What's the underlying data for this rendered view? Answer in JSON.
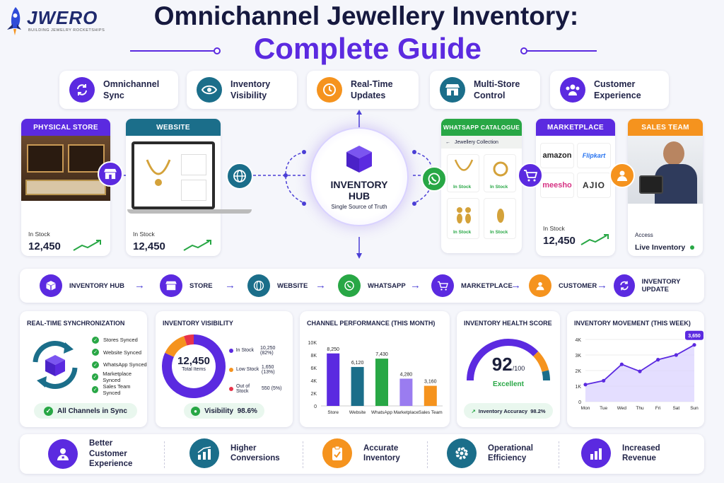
{
  "logo": {
    "brand": "JWERO",
    "tagline": "BUILDING JEWELRY ROCKETSHIPS"
  },
  "title": {
    "line1": "Omnichannel Jewellery Inventory:",
    "line2": "Complete Guide"
  },
  "features": [
    {
      "label": "Omnichannel\nSync",
      "icon": "sync-icon",
      "color": "#5b2ae0"
    },
    {
      "label": "Inventory\nVisibility",
      "icon": "eye-icon",
      "color": "#1b6e8a"
    },
    {
      "label": "Real-Time\nUpdates",
      "icon": "clock-icon",
      "color": "#f5931e"
    },
    {
      "label": "Multi-Store\nControl",
      "icon": "store-icon",
      "color": "#1b6e8a"
    },
    {
      "label": "Customer\nExperience",
      "icon": "customers-icon",
      "color": "#5b2ae0"
    }
  ],
  "channels": {
    "physical_store": {
      "header": "PHYSICAL STORE",
      "stock_label": "In Stock",
      "stock_value": "12,450",
      "color": "#5b2ae0"
    },
    "website": {
      "header": "WEBSITE",
      "stock_label": "In Stock",
      "stock_value": "12,450",
      "color": "#1b6e8a"
    },
    "whatsapp": {
      "header": "WHATSAPP CATALOGUE",
      "collection": "Jewellery Collection",
      "in_stock": "In Stock",
      "color": "#28a745"
    },
    "marketplace": {
      "header": "MARKETPLACE",
      "logos": [
        "amazon",
        "Flipkart",
        "meesho",
        "AJIO"
      ],
      "stock_label": "In Stock",
      "stock_value": "12,450",
      "color": "#5b2ae0"
    },
    "sales_team": {
      "header": "SALES TEAM",
      "access_label": "Access",
      "access_value": "Live Inventory",
      "color": "#f5931e"
    }
  },
  "hub": {
    "title_line1": "INVENTORY",
    "title_line2": "HUB",
    "subtitle": "Single Source of Truth"
  },
  "flow": [
    {
      "label": "INVENTORY HUB",
      "icon": "box-icon",
      "color": "#5b2ae0"
    },
    {
      "label": "STORE",
      "icon": "store-icon",
      "color": "#5b2ae0"
    },
    {
      "label": "WEBSITE",
      "icon": "globe-icon",
      "color": "#1b6e8a"
    },
    {
      "label": "WHATSAPP",
      "icon": "whatsapp-icon",
      "color": "#28a745"
    },
    {
      "label": "MARKETPLACE",
      "icon": "cart-icon",
      "color": "#5b2ae0"
    },
    {
      "label": "CUSTOMER",
      "icon": "user-icon",
      "color": "#f5931e"
    },
    {
      "label": "INVENTORY UPDATE",
      "icon": "sync-icon",
      "color": "#5b2ae0"
    }
  ],
  "sync_panel": {
    "title": "REAL-TIME SYNCHRONIZATION",
    "items": [
      "Stores Synced",
      "Website Synced",
      "WhatsApp Synced",
      "Marketplace Synced",
      "Sales Team Synced"
    ],
    "status": "All Channels in Sync"
  },
  "visibility_panel": {
    "title": "INVENTORY VISIBILITY",
    "total_value": "12,450",
    "total_label": "Total Items",
    "rows": [
      {
        "label": "In Stock",
        "value": "10,250 (82%)",
        "color": "#5b2ae0",
        "share": 82
      },
      {
        "label": "Low Stock",
        "value": "1,650 (13%)",
        "color": "#f5931e",
        "share": 13
      },
      {
        "label": "Out of Stock",
        "value": "550 (5%)",
        "color": "#e8334a",
        "share": 5
      }
    ],
    "visibility_label": "Visibility",
    "visibility_value": "98.6%"
  },
  "performance_panel": {
    "title": "CHANNEL PERFORMANCE (THIS MONTH)"
  },
  "health_panel": {
    "title": "INVENTORY HEALTH SCORE",
    "score": "92",
    "max": "/100",
    "rating": "Excellent",
    "score_value": 92,
    "accuracy_label": "Inventory Accuracy",
    "accuracy_value": "98.2%"
  },
  "movement_panel": {
    "title": "INVENTORY MOVEMENT (THIS WEEK)",
    "callout": "3,650"
  },
  "chart_data": [
    {
      "type": "bar",
      "title": "CHANNEL PERFORMANCE (THIS MONTH)",
      "categories": [
        "Store",
        "Website",
        "WhatsApp",
        "Marketplace",
        "Sales Team"
      ],
      "values": [
        8250,
        6120,
        7430,
        4280,
        3160
      ],
      "value_labels": [
        "8,250",
        "6,120",
        "7,430",
        "4,280",
        "3,160"
      ],
      "colors": [
        "#5b2ae0",
        "#1b6e8a",
        "#28a745",
        "#9a7cf0",
        "#f5931e"
      ],
      "ylim": [
        0,
        10000
      ],
      "yticks": [
        "0",
        "2K",
        "4K",
        "6K",
        "8K",
        "10K"
      ]
    },
    {
      "type": "area",
      "title": "INVENTORY MOVEMENT (THIS WEEK)",
      "categories": [
        "Mon",
        "Tue",
        "Wed",
        "Thu",
        "Fri",
        "Sat",
        "Sun"
      ],
      "values": [
        1100,
        1350,
        2400,
        1950,
        2700,
        3000,
        3650
      ],
      "ylim": [
        0,
        4000
      ],
      "yticks": [
        "0",
        "1K",
        "2K",
        "3K",
        "4K"
      ]
    }
  ],
  "benefits": [
    {
      "label": "Better\nCustomer\nExperience",
      "icon": "star-user-icon",
      "color": "#5b2ae0"
    },
    {
      "label": "Higher\nConversions",
      "icon": "growth-chart-icon",
      "color": "#1b6e8a"
    },
    {
      "label": "Accurate\nInventory",
      "icon": "clipboard-check-icon",
      "color": "#f5931e"
    },
    {
      "label": "Operational\nEfficiency",
      "icon": "gear-icon",
      "color": "#1b6e8a"
    },
    {
      "label": "Increased\nRevenue",
      "icon": "bar-chart-icon",
      "color": "#5b2ae0"
    }
  ]
}
